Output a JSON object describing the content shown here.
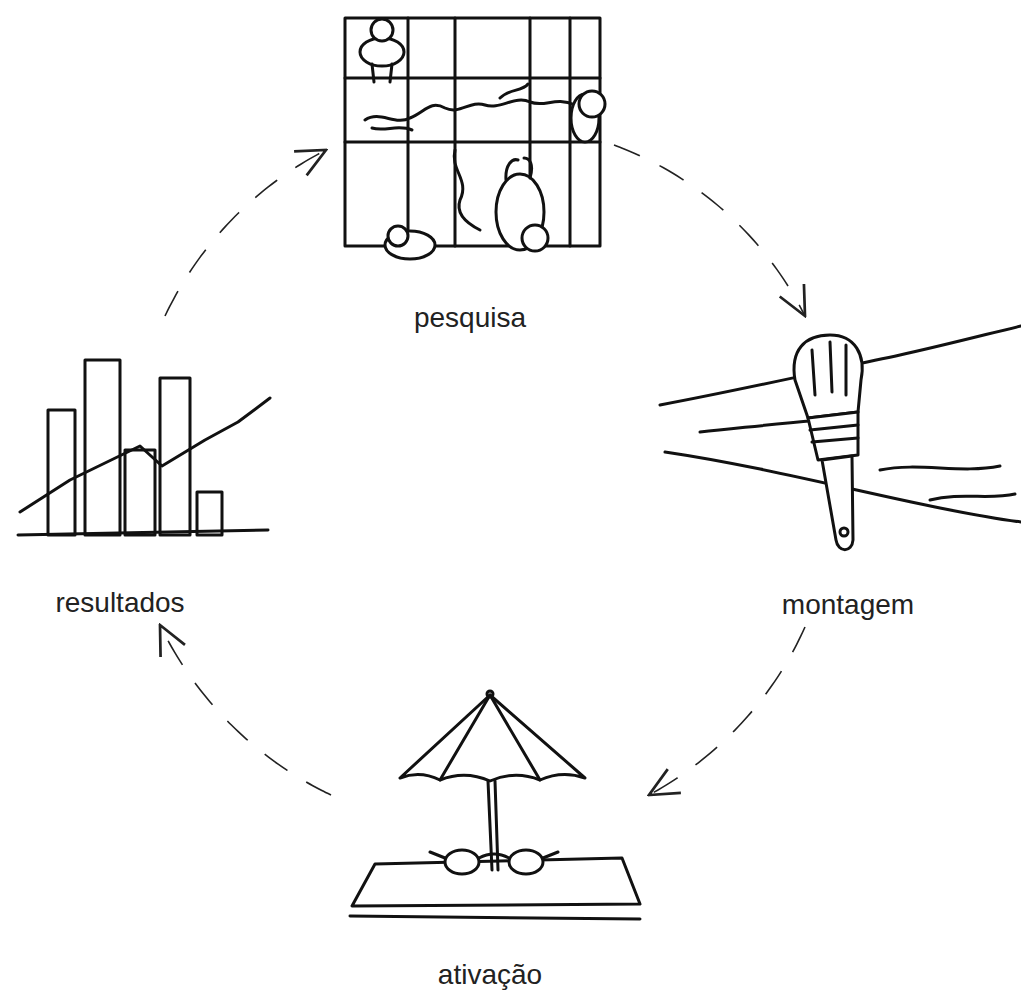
{
  "diagram": {
    "nodes": [
      {
        "text": [
          "pesquisa"
        ]
      },
      {
        "text": [
          "montagem"
        ]
      },
      {
        "text": [
          "ativação"
        ]
      },
      {
        "text": [
          "resultados"
        ]
      }
    ],
    "edges": [
      {
        "from": 0,
        "to": 1,
        "arrow": "to"
      },
      {
        "from": 1,
        "to": 2,
        "arrow": "to"
      },
      {
        "from": 2,
        "to": 3,
        "arrow": "to"
      },
      {
        "from": 3,
        "to": 0,
        "arrow": "to"
      }
    ]
  }
}
